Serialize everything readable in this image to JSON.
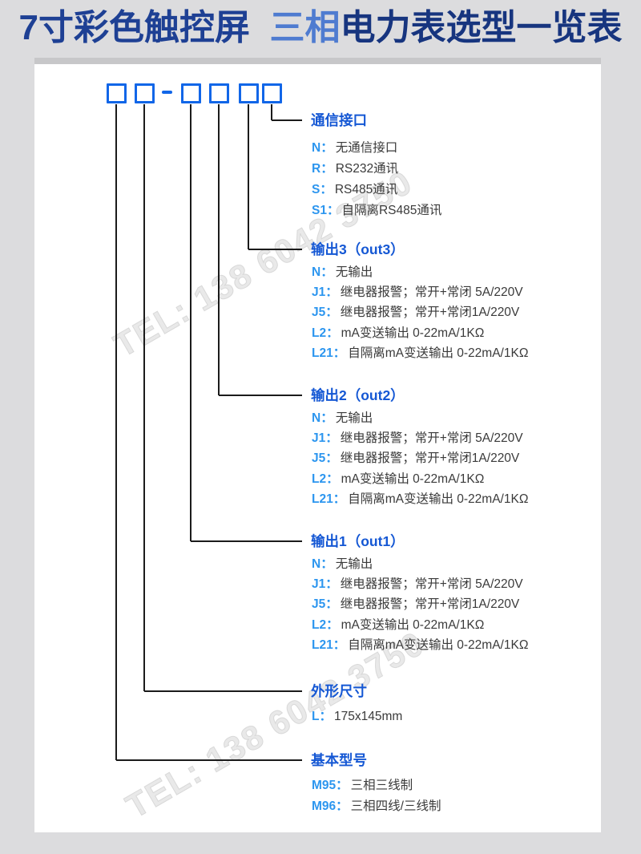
{
  "title": {
    "part1": "7寸彩色触控屏",
    "part2": "三相",
    "part3": "电力表选型一览表"
  },
  "watermark": {
    "text": "TEL: 138 6042 3750"
  },
  "model_code": {
    "box_count": 6,
    "separator": "-",
    "separator_after_box": 2
  },
  "colors": {
    "title_dark": "#1e4094",
    "title_light": "#4e7bd0",
    "box_border": "#1166e8",
    "section_header_blue": "#1457d4",
    "option_key_blue": "#2d96ef",
    "option_text": "#3a3a3a",
    "line": "#1b1b1b",
    "page_background": "#dcdcde",
    "panel_background": "#ffffff"
  },
  "sections": [
    {
      "title": "通信接口",
      "options": [
        {
          "key": "N：",
          "desc": "无通信接口"
        },
        {
          "key": "R：",
          "desc": "RS232通讯"
        },
        {
          "key": "S：",
          "desc": "RS485通讯"
        },
        {
          "key": "S1：",
          "desc": "自隔离RS485通讯"
        }
      ]
    },
    {
      "title": "输出3（out3）",
      "options": [
        {
          "key": "N：",
          "desc": "无输出"
        },
        {
          "key": "J1：",
          "desc": "继电器报警；常开+常闭 5A/220V"
        },
        {
          "key": "J5：",
          "desc": "继电器报警；常开+常闭1A/220V"
        },
        {
          "key": "L2：",
          "desc": "mA变送输出 0-22mA/1KΩ"
        },
        {
          "key": "L21：",
          "desc": "自隔离mA变送输出 0-22mA/1KΩ"
        }
      ]
    },
    {
      "title": "输出2（out2）",
      "options": [
        {
          "key": "N：",
          "desc": "无输出"
        },
        {
          "key": "J1：",
          "desc": "继电器报警；常开+常闭 5A/220V"
        },
        {
          "key": "J5：",
          "desc": "继电器报警；常开+常闭1A/220V"
        },
        {
          "key": "L2：",
          "desc": "mA变送输出 0-22mA/1KΩ"
        },
        {
          "key": "L21：",
          "desc": "自隔离mA变送输出 0-22mA/1KΩ"
        }
      ]
    },
    {
      "title": "输出1（out1）",
      "options": [
        {
          "key": "N：",
          "desc": "无输出"
        },
        {
          "key": "J1：",
          "desc": "继电器报警；常开+常闭 5A/220V"
        },
        {
          "key": "J5：",
          "desc": "继电器报警；常开+常闭1A/220V"
        },
        {
          "key": "L2：",
          "desc": "mA变送输出 0-22mA/1KΩ"
        },
        {
          "key": "L21：",
          "desc": "自隔离mA变送输出 0-22mA/1KΩ"
        }
      ]
    },
    {
      "title": "外形尺寸",
      "options": [
        {
          "key": "L：",
          "desc": "175x145mm"
        }
      ]
    },
    {
      "title": "基本型号",
      "options": [
        {
          "key": "M95：",
          "desc": "三相三线制"
        },
        {
          "key": "M96：",
          "desc": "三相四线/三线制"
        }
      ]
    }
  ]
}
